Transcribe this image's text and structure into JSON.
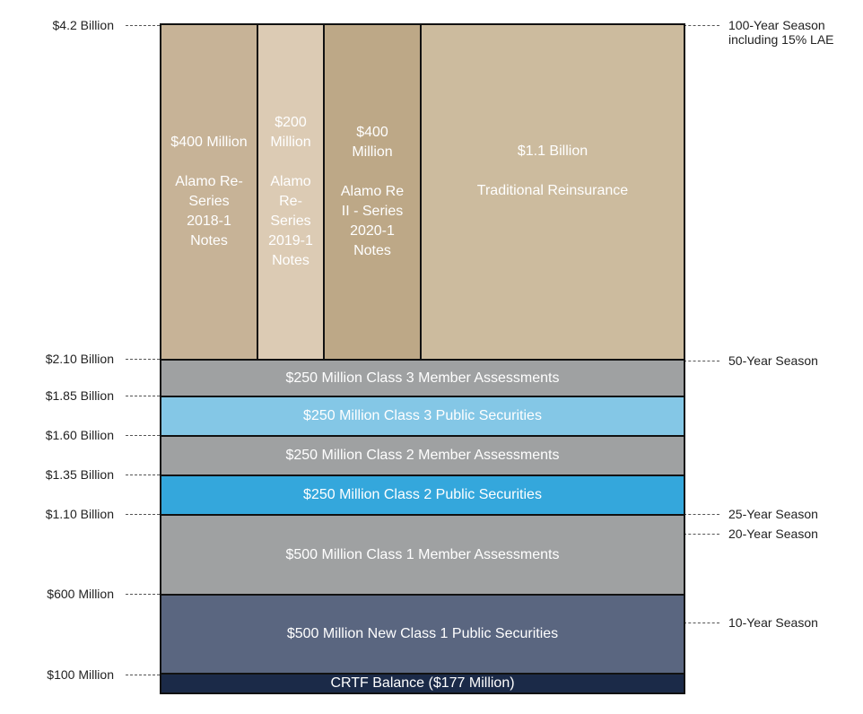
{
  "left_labels": [
    "$4.2 Billion",
    "$2.10 Billion",
    "$1.85 Billion",
    "$1.60 Billion",
    "$1.35 Billion",
    "$1.10 Billion",
    "$600 Million",
    "$100 Million"
  ],
  "right_labels": {
    "season_100_line1": "100-Year Season",
    "season_100_line2": "including 15% LAE",
    "season_50": "50-Year Season",
    "season_25": "25-Year Season",
    "season_20": "20-Year Season",
    "season_10": "10-Year Season"
  },
  "top_blocks": {
    "alamo_2018": {
      "amount": "$400 Million",
      "name_lines": [
        "Alamo Re-",
        "Series",
        "2018-1",
        "Notes"
      ],
      "color": "#c7b397"
    },
    "alamo_2019": {
      "amount_lines": [
        "$200",
        "Million"
      ],
      "name_lines": [
        "Alamo",
        "Re-",
        "Series",
        "2019-1",
        "Notes"
      ],
      "color": "#dccbb4"
    },
    "alamo_2020": {
      "amount_lines": [
        "$400",
        "Million"
      ],
      "name_lines": [
        "Alamo Re",
        "II - Series",
        "2020-1",
        "Notes"
      ],
      "color": "#bda887"
    },
    "traditional": {
      "amount": "$1.1 Billion",
      "name": "Traditional Reinsurance",
      "color": "#ccbb9e"
    }
  },
  "layers": [
    {
      "text": "$250 Million Class 3 Member Assessments",
      "color": "#9fa1a2"
    },
    {
      "text": "$250 Million Class 3 Public Securities",
      "color": "#84c7e6"
    },
    {
      "text": "$250 Million Class 2 Member Assessments",
      "color": "#9fa1a2"
    },
    {
      "text": "$250 Million Class 2 Public Securities",
      "color": "#34a7dc"
    },
    {
      "text": "$500 Million Class 1 Member Assessments",
      "color": "#9fa1a2"
    },
    {
      "text": "$500 Million New Class 1 Public Securities",
      "color": "#5a6680"
    },
    {
      "text": "CRTF Balance ($177 Million)",
      "color": "#1b2a48"
    }
  ]
}
